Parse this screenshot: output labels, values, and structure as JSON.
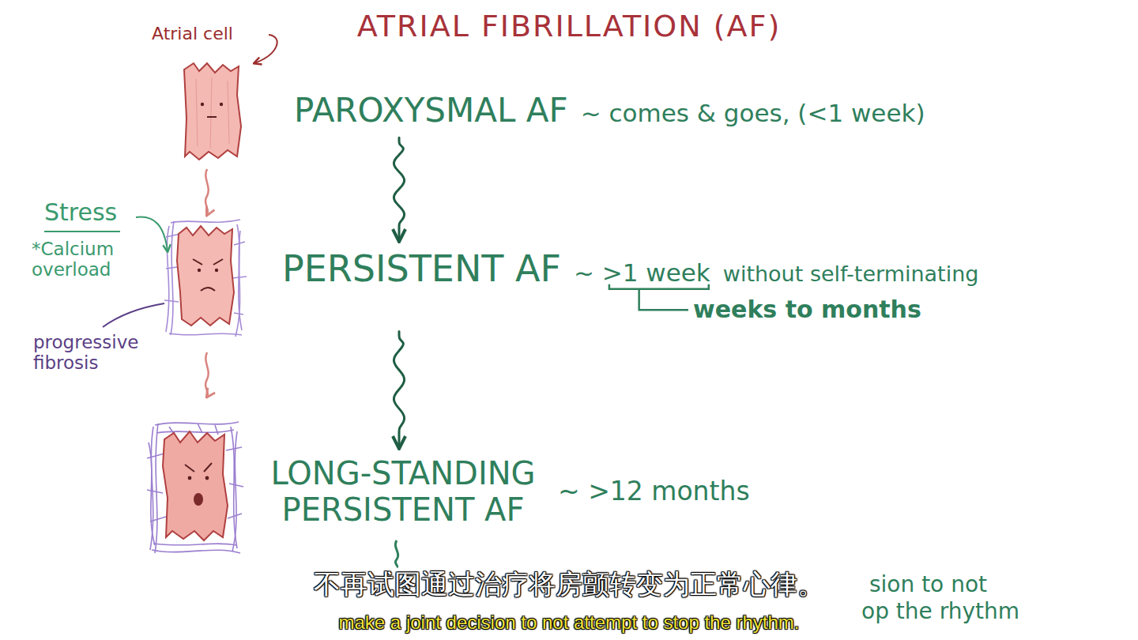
{
  "diagram": {
    "title": "ATRIAL FIBRILLATION (AF)",
    "nodes": [
      {
        "text": [
          "PAROXYSMAL AF",
          "~ comes & goes, (<1 week)"
        ]
      },
      {
        "text": [
          "PERSISTENT AF",
          "~ >1 week",
          "without self-terminating",
          "weeks to months"
        ]
      },
      {
        "text": [
          "LONG-STANDING PERSISTENT AF",
          "~ >12 months"
        ]
      }
    ],
    "edges": [
      {
        "from": 0,
        "to": 1,
        "arrow": "to"
      },
      {
        "from": 1,
        "to": 2,
        "arrow": "to"
      }
    ],
    "labels": [
      "Atrial cell",
      "Stress",
      "*Calcium overload",
      "progressive fibrosis",
      "sion to not",
      "op the rhythm",
      "不再试图通过治疗将房颤转变为正常心律。",
      "make a joint decision to not attempt to stop the rhythm."
    ]
  }
}
